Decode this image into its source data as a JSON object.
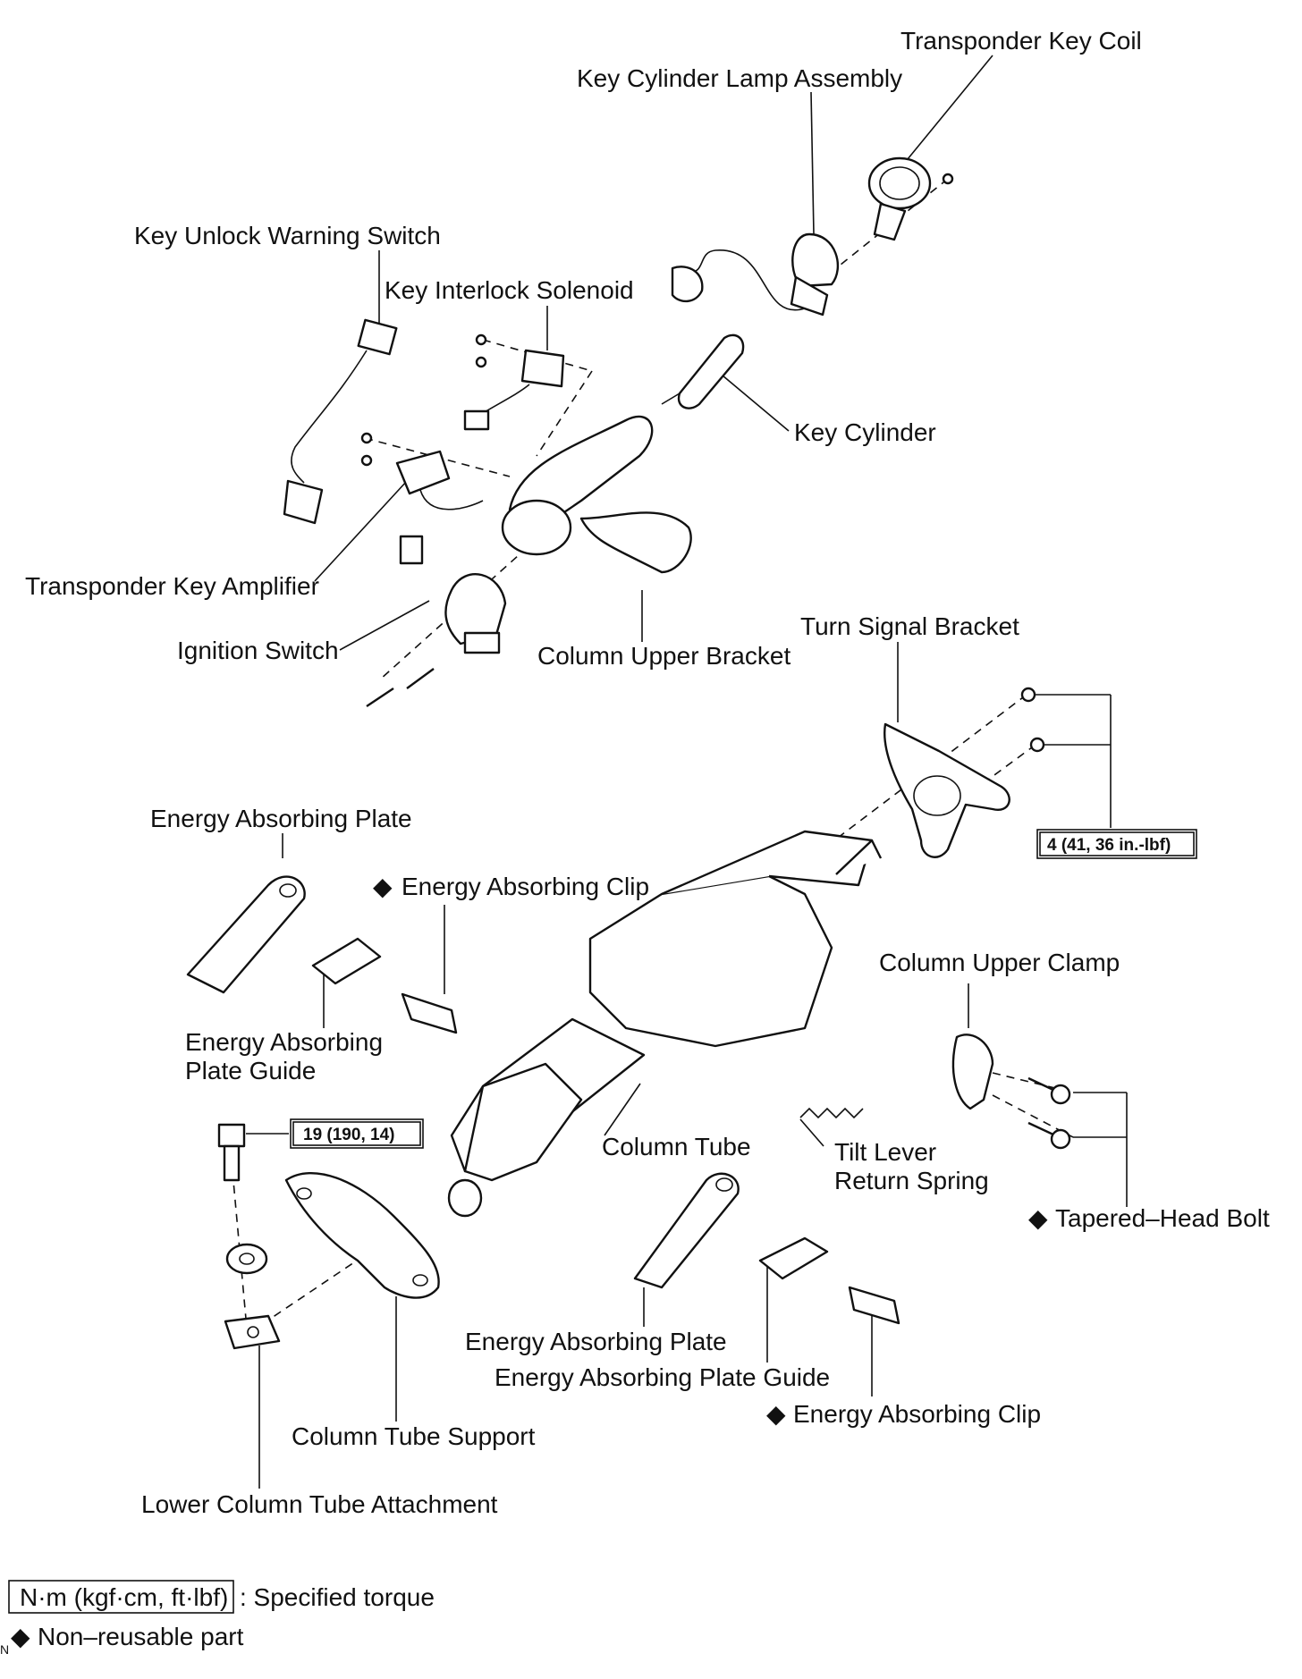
{
  "labels": {
    "transponder_key_coil": "Transponder Key Coil",
    "key_cylinder_lamp_assembly": "Key Cylinder Lamp Assembly",
    "key_unlock_warning_switch": "Key Unlock Warning Switch",
    "key_interlock_solenoid": "Key Interlock Solenoid",
    "key_cylinder": "Key Cylinder",
    "transponder_key_amplifier": "Transponder Key Amplifier",
    "ignition_switch": "Ignition Switch",
    "column_upper_bracket": "Column Upper Bracket",
    "turn_signal_bracket": "Turn Signal Bracket",
    "energy_absorbing_plate_upper": "Energy Absorbing Plate",
    "energy_absorbing_clip_upper": "Energy Absorbing Clip",
    "energy_absorbing_plate_guide_upper_1": "Energy Absorbing",
    "energy_absorbing_plate_guide_upper_2": "Plate Guide",
    "column_upper_clamp": "Column Upper Clamp",
    "column_tube": "Column Tube",
    "tilt_lever_return_spring_1": "Tilt Lever",
    "tilt_lever_return_spring_2": "Return Spring",
    "tapered_head_bolt": "Tapered–Head Bolt",
    "energy_absorbing_plate_lower": "Energy Absorbing Plate",
    "energy_absorbing_plate_guide_lower": "Energy Absorbing Plate Guide",
    "energy_absorbing_clip_lower": "Energy Absorbing Clip",
    "column_tube_support": "Column Tube Support",
    "lower_column_tube_attachment": "Lower Column Tube Attachment"
  },
  "torque_specs": {
    "turn_signal_bracket_bolts": "4 (41, 36 in.-lbf)",
    "column_tube_support_bolt": "19 (190, 14)"
  },
  "legend": {
    "torque_unit": "N·m (kgf·cm, ft·lbf)",
    "torque_desc": ": Specified torque",
    "non_reusable": "Non–reusable part",
    "corner_mark": "N"
  },
  "symbols": {
    "non_reusable_marker": "◆"
  },
  "colors": {
    "ink": "#111111",
    "background": "#ffffff"
  }
}
